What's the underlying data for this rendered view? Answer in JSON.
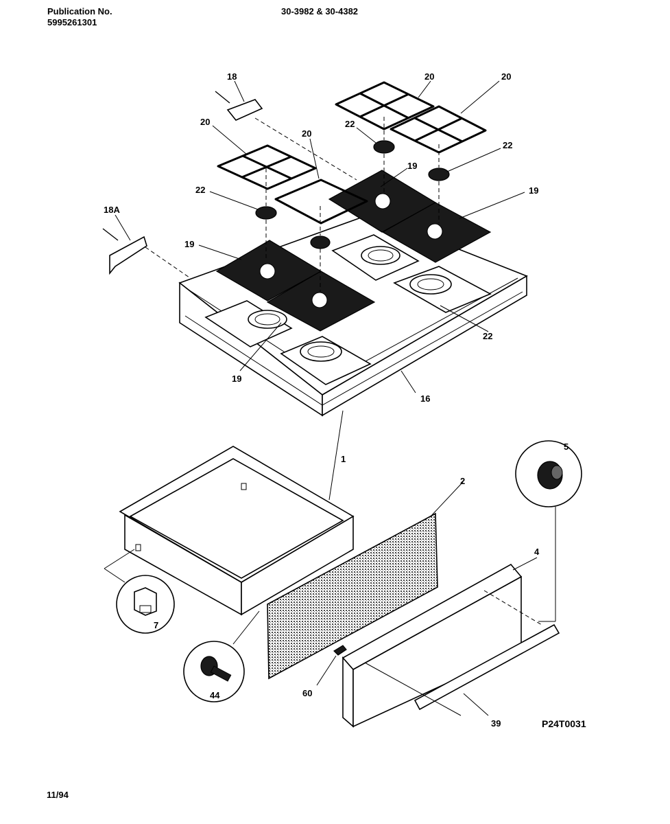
{
  "header": {
    "publication_label": "Publication No.",
    "publication_number": "5995261301",
    "models": "30-3982 & 30-4382"
  },
  "footer": {
    "date": "11/94",
    "figure_code": "P24T0031"
  },
  "callouts": {
    "c18": "18",
    "c18a": "18A",
    "c20a": "20",
    "c20b": "20",
    "c20c": "20",
    "c20d": "20",
    "c22a": "22",
    "c22b": "22",
    "c22c": "22",
    "c22d": "22",
    "c19a": "19",
    "c19b": "19",
    "c19c": "19",
    "c19d": "19",
    "c16": "16",
    "c1": "1",
    "c2": "2",
    "c4": "4",
    "c5": "5",
    "c7": "7",
    "c44": "44",
    "c60": "60",
    "c39": "39"
  }
}
